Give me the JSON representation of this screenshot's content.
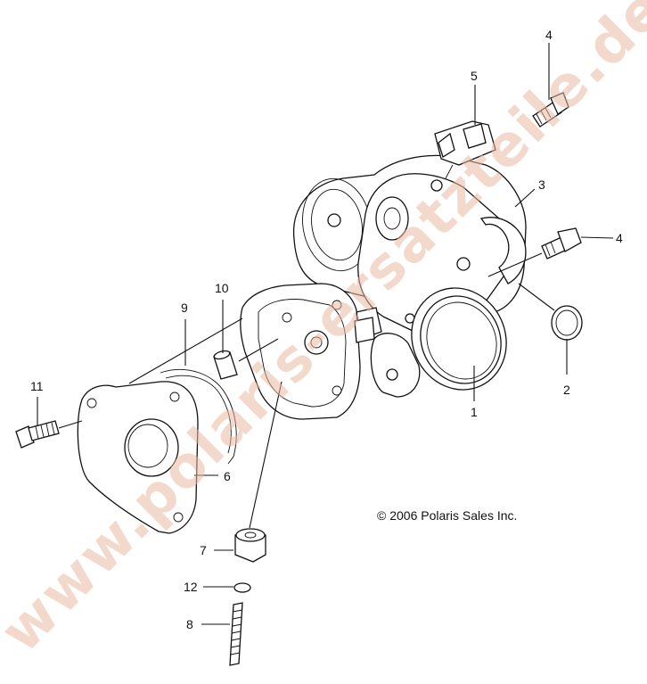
{
  "callouts": [
    {
      "id": "1",
      "label": "1"
    },
    {
      "id": "2",
      "label": "2"
    },
    {
      "id": "3",
      "label": "3"
    },
    {
      "id": "4a",
      "label": "4"
    },
    {
      "id": "4b",
      "label": "4"
    },
    {
      "id": "5",
      "label": "5"
    },
    {
      "id": "6",
      "label": "6"
    },
    {
      "id": "7",
      "label": "7"
    },
    {
      "id": "8",
      "label": "8"
    },
    {
      "id": "9",
      "label": "9"
    },
    {
      "id": "10",
      "label": "10"
    },
    {
      "id": "11",
      "label": "11"
    },
    {
      "id": "12",
      "label": "12"
    }
  ],
  "copyright": "© 2006 Polaris Sales Inc.",
  "watermark": "www.polaris-ersatzteile.de",
  "colors": {
    "watermark": "#e9b9a0",
    "lines": "#111111",
    "background": "#ffffff"
  }
}
